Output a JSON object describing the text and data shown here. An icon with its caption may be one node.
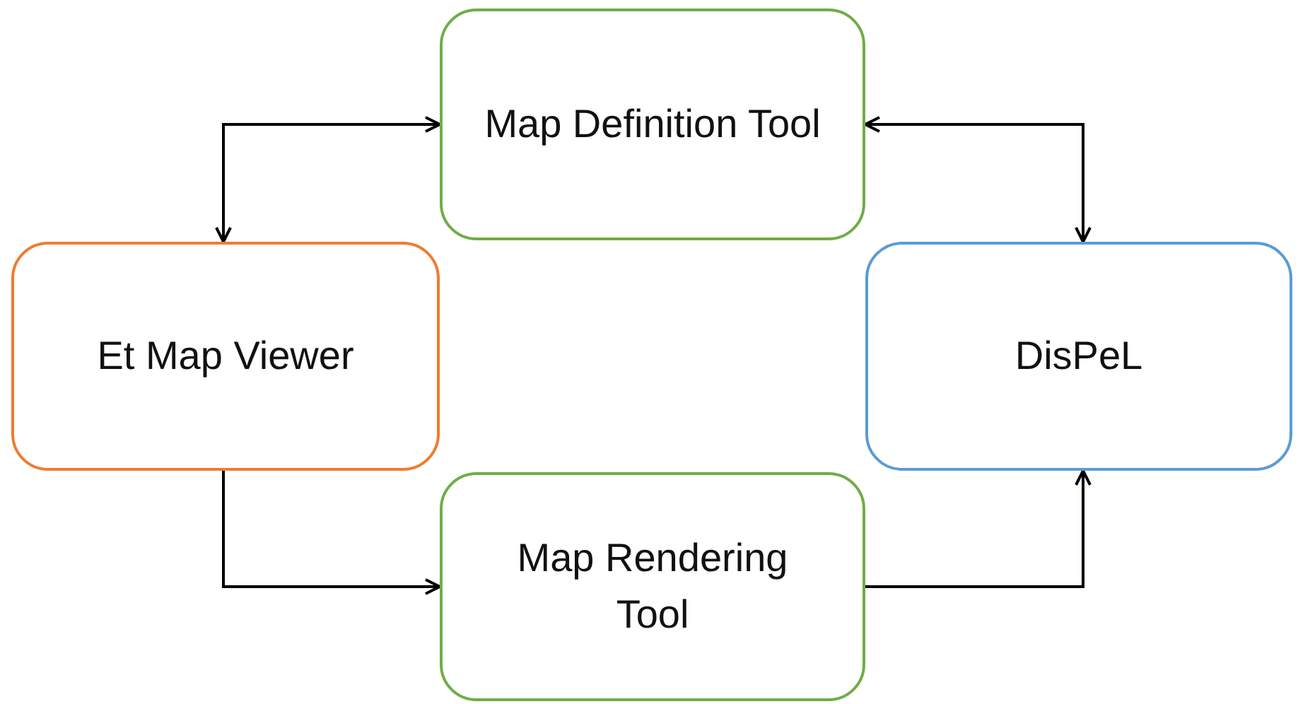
{
  "diagram": {
    "nodes": [
      {
        "text": [
          "Map Definition Tool"
        ]
      },
      {
        "text": [
          "Et Map Viewer"
        ]
      },
      {
        "text": [
          "DisPeL"
        ]
      },
      {
        "text": [
          "Map Rendering Tool"
        ]
      }
    ],
    "edges": [
      {
        "from": 0,
        "to": 1,
        "arrow": "both"
      },
      {
        "from": 0,
        "to": 2,
        "arrow": "both"
      },
      {
        "from": 1,
        "to": 3,
        "arrow": "to"
      },
      {
        "from": 3,
        "to": 2,
        "arrow": "to"
      }
    ]
  }
}
